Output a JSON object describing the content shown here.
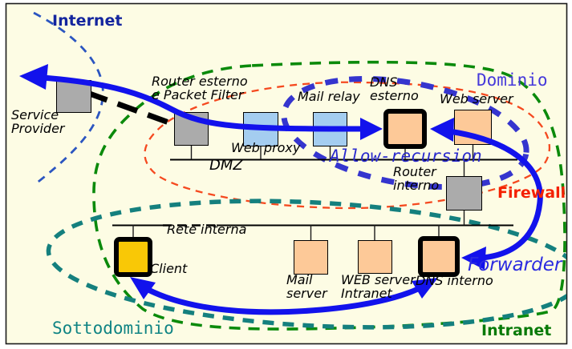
{
  "zones": {
    "internet": {
      "label": "Internet"
    },
    "dominio": {
      "label": "Dominio"
    },
    "allow_recursion": {
      "label": "Allow-recursion"
    },
    "firewall": {
      "label": "Firewall"
    },
    "forwarder": {
      "label": "Forwarder"
    },
    "sottodominio": {
      "label": "Sottodominio"
    },
    "intranet": {
      "label": "Intranet"
    },
    "dmz": {
      "label": "DMZ"
    },
    "rete_interna": {
      "label": "Rete interna"
    }
  },
  "nodes": {
    "service_provider": {
      "label": "Service\nProvider"
    },
    "router_esterno": {
      "label": "Router esterno\ne Packet Filter"
    },
    "web_proxy": {
      "label": "Web proxy"
    },
    "mail_relay": {
      "label": "Mail relay"
    },
    "dns_esterno": {
      "label": "DNS\nesterno"
    },
    "web_server": {
      "label": "Web server"
    },
    "router_interno": {
      "label": "Router\ninterno"
    },
    "client": {
      "label": "Client"
    },
    "mail_server": {
      "label": "Mail\nserver"
    },
    "web_server_intranet": {
      "label": "WEB server\nIntranet"
    },
    "dns_interno": {
      "label": "DNS interno"
    }
  },
  "colors": {
    "bg": "#FDFCE4",
    "blue_arrow": "#1212EC",
    "blue_dash": "#3535CE",
    "internet_arc": "#2B55C0",
    "green_dash": "#0B8A0B",
    "red_dash": "#F5491F",
    "teal_dash": "#15807E",
    "box_gray": "#ABABAB",
    "box_blue": "#A4CDF0",
    "box_orange": "#FDC998",
    "box_gold": "#F9C806",
    "label_internet": "#14259E",
    "label_dominio": "#4539DA",
    "label_allow": "#2929CC",
    "label_firewall": "#F42000",
    "label_forwarder": "#2B2BE0",
    "label_sottodominio": "#108484",
    "label_intranet": "#087A08"
  }
}
